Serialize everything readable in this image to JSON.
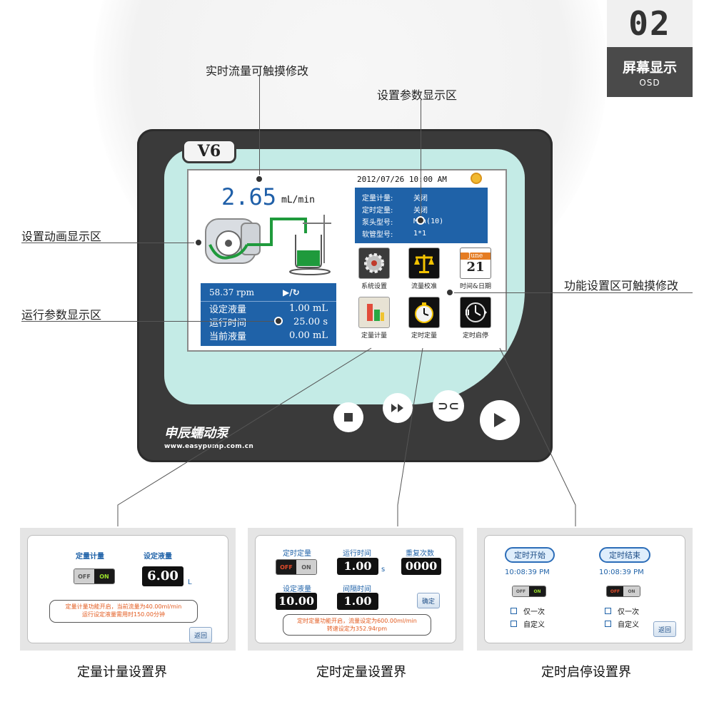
{
  "badge": {
    "number": "02",
    "title": "屏幕显示",
    "subtitle": "OSD"
  },
  "callouts": {
    "realtime_flow": "实时流量可触摸修改",
    "settings_display": "设置参数显示区",
    "animation": "设置动画显示区",
    "run_params": "运行参数显示区",
    "function_area": "功能设置区可触摸修改"
  },
  "device": {
    "model": "V6",
    "brand": "申辰蠕动泵",
    "url": "www.easypump.com.cn",
    "screen": {
      "datetime": "2012/07/26 10:00 AM",
      "flow_value": "2.65",
      "flow_unit": "mL/min",
      "params": [
        {
          "key": "定量计量:",
          "value": "关闭"
        },
        {
          "key": "定时定量:",
          "value": "关闭"
        },
        {
          "key": "泵头型号:",
          "value": "MCn(10)"
        },
        {
          "key": "软管型号:",
          "value": "1*1"
        }
      ],
      "run": {
        "rpm": "58.37 rpm",
        "state": "▶/↻",
        "rows": [
          {
            "key": "设定液量",
            "value": "1.00 mL"
          },
          {
            "key": "运行时间",
            "value": "25.00 s"
          },
          {
            "key": "当前液量",
            "value": "0.00 mL"
          }
        ]
      },
      "functions": {
        "system": "系统设置",
        "calibration": "流量校准",
        "datetime": "时间&日期",
        "calendar_month": "June",
        "calendar_day": "21",
        "dosing": "定量计量",
        "timed_dosing": "定时定量",
        "timer_startstop": "定时启停"
      }
    }
  },
  "panel1": {
    "label_dosing": "定量计量",
    "label_volume": "设定液量",
    "switch_off": "OFF",
    "switch_on": "ON",
    "volume": "6.00",
    "unit": "L",
    "note_line1": "定量计量功能开启，当前流量为40.00ml/min",
    "note_line2": "运行设定液量需用时150.00分钟",
    "back": "返回",
    "caption": "定量计量设置界"
  },
  "panel2": {
    "label_timed": "定时定量",
    "label_runtime": "运行时间",
    "label_repeat": "重复次数",
    "label_volume": "设定液量",
    "label_interval": "间隔时间",
    "switch_off": "OFF",
    "switch_on": "ON",
    "runtime": "1.00",
    "runtime_unit": "s",
    "repeat": "0000",
    "volume": "10.00",
    "interval": "1.00",
    "confirm": "确定",
    "note_line1": "定时定量功能开启，流量设定为600.00ml/min",
    "note_line2": "转速设定为352.94rpm",
    "caption": "定时定量设置界"
  },
  "panel3": {
    "start_label": "定时开始",
    "end_label": "定时结束",
    "start_time": "10:08:39 PM",
    "end_time": "10:08:39 PM",
    "switch_off": "OFF",
    "switch_on": "ON",
    "once": "仅一次",
    "custom": "自定义",
    "back": "返回",
    "caption": "定时启停设置界"
  }
}
